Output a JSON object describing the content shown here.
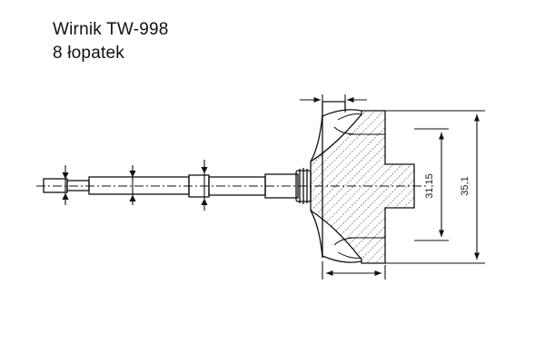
{
  "title": "Wirnik TW-998",
  "subtitle": "8 łopatek",
  "dimensions": {
    "inner_diameter": "31,15",
    "outer_diameter": "35,1"
  },
  "colors": {
    "ink": "#111111",
    "hatch": "#333333",
    "background": "#ffffff"
  }
}
